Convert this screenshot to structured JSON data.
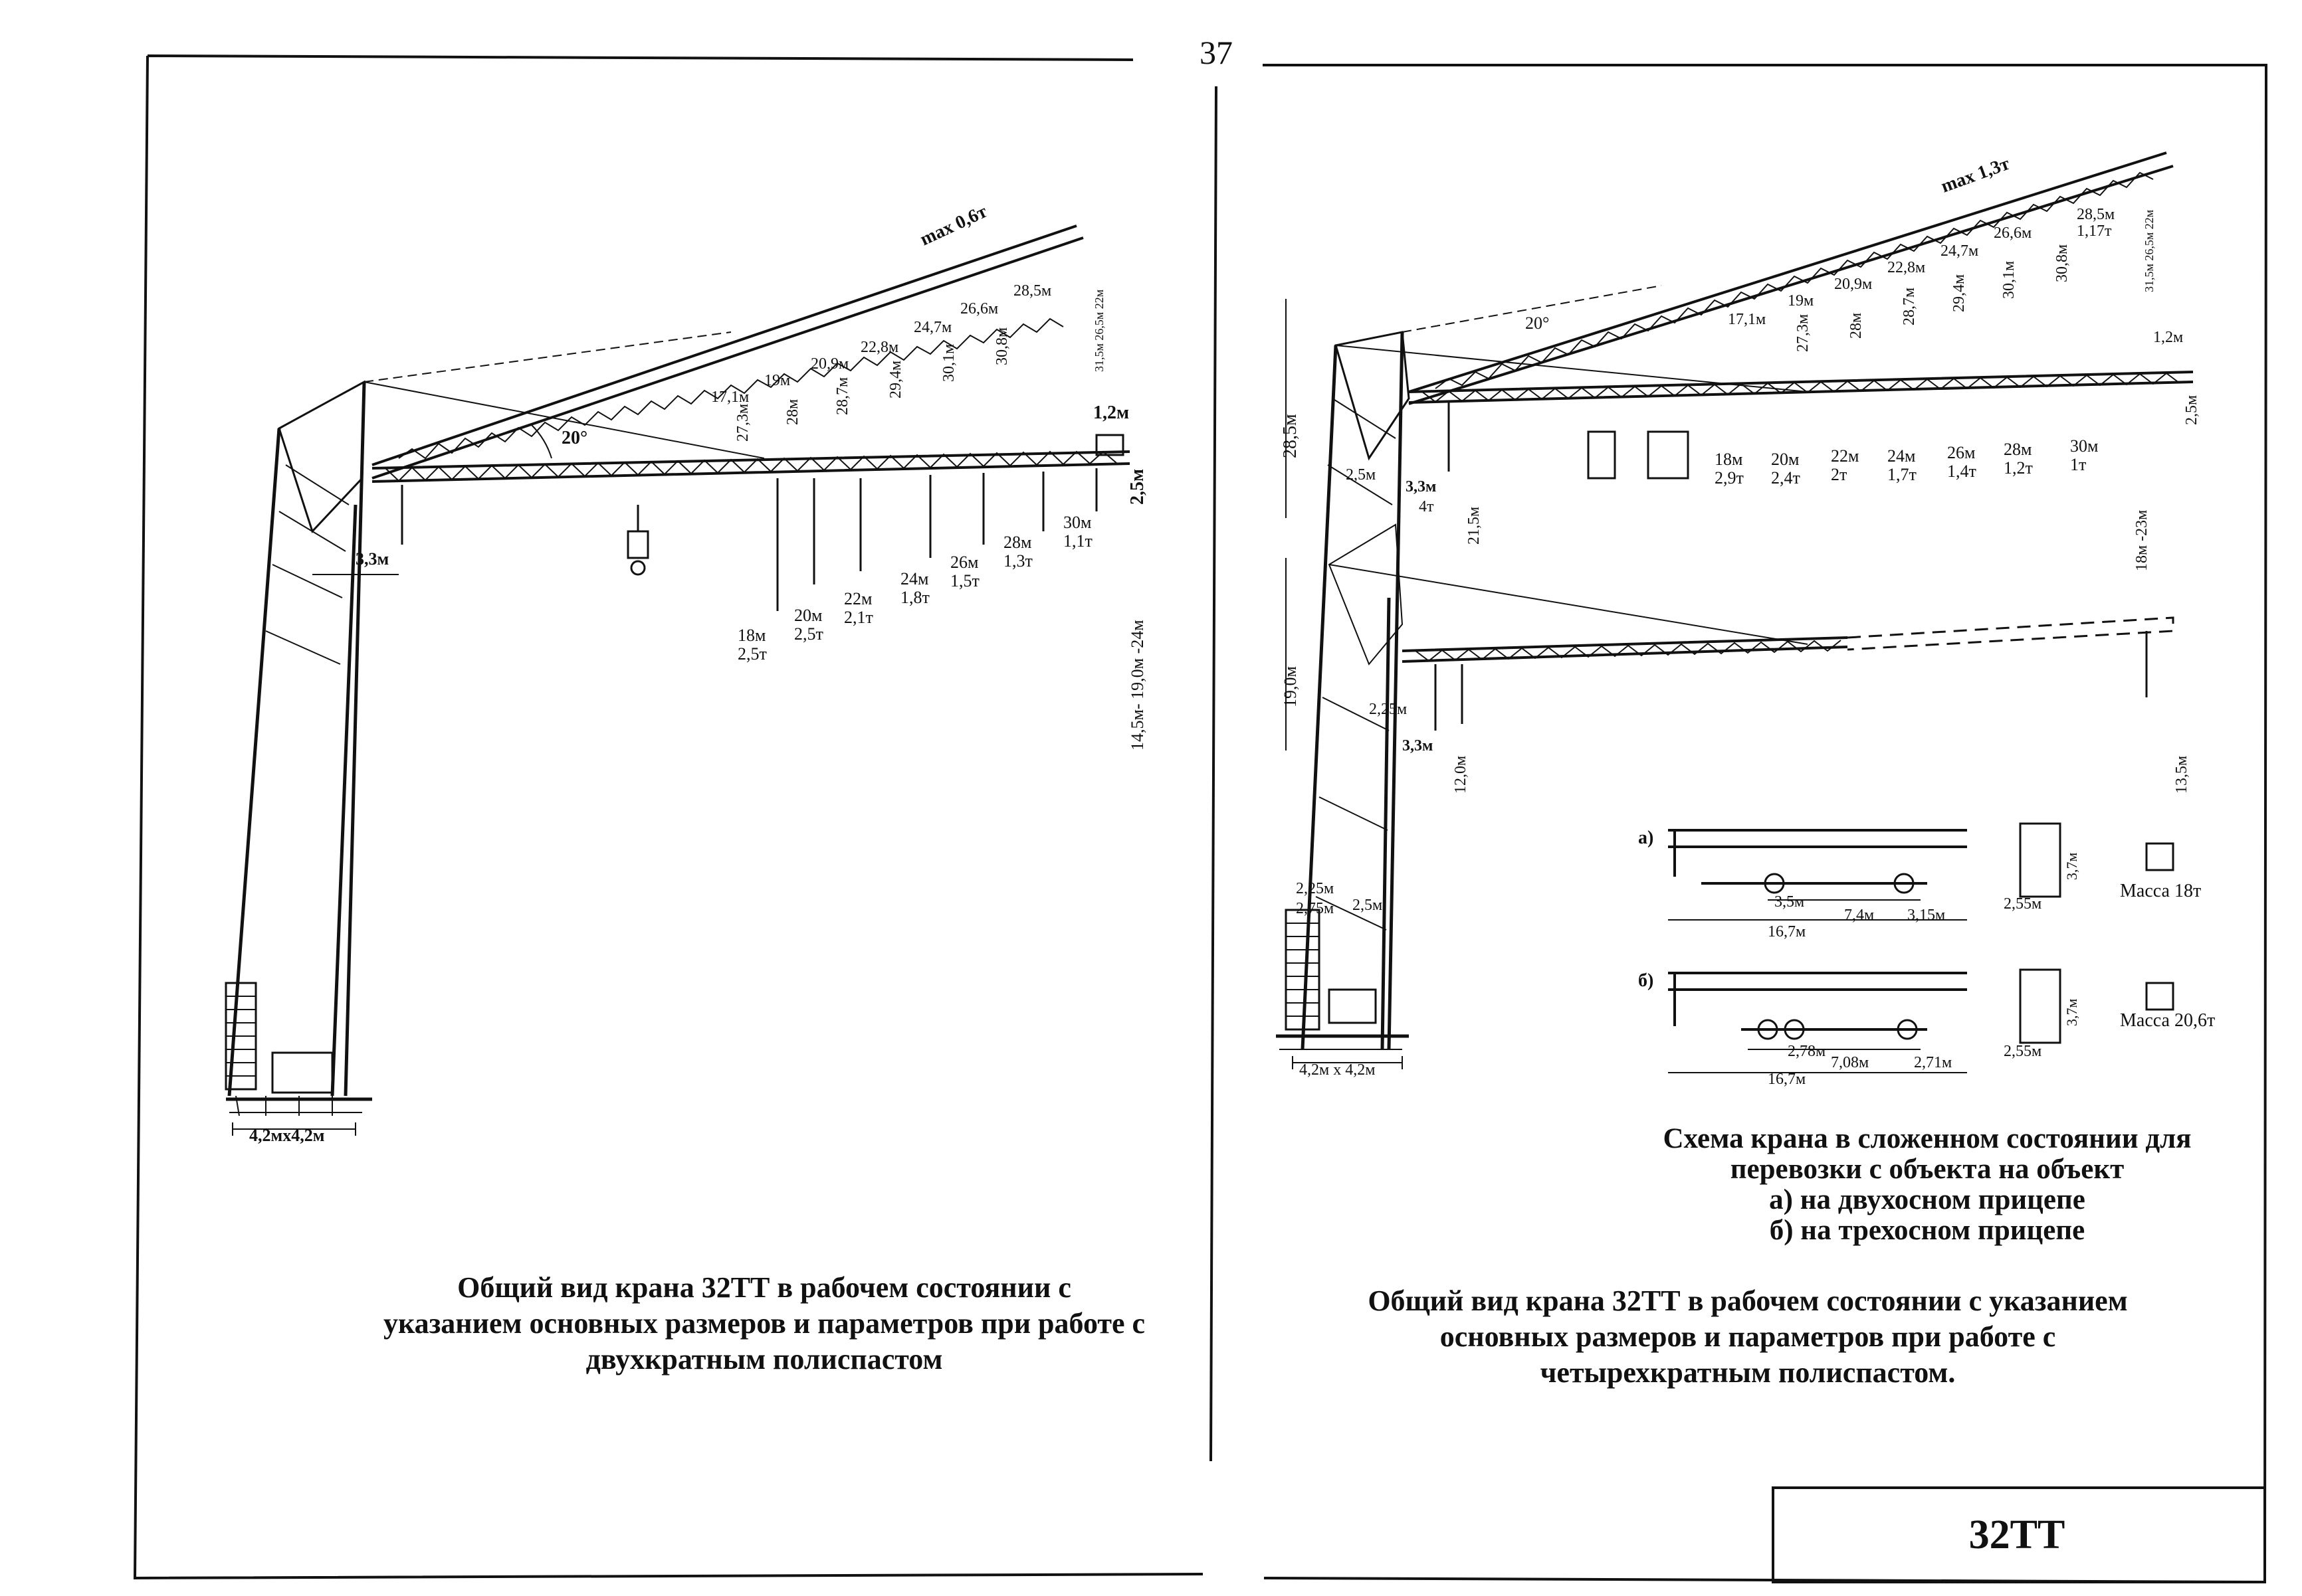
{
  "page_number": "37",
  "stamp_code": "32TT",
  "left_view": {
    "caption_lines": [
      "Общий вид крана 32ТТ в рабочем состоянии с",
      "указанием основных размеров и параметров при работе с",
      "двухкратным полиспастом"
    ],
    "angle": "20°",
    "max_load": "max 0,6т",
    "inclined_reach_labels": [
      "17,1м",
      "19м",
      "20,9м",
      "22,8м",
      "24,7м",
      "26,6м",
      "28,5м"
    ],
    "inclined_height_labels": [
      "27,3м",
      "28м",
      "28,7м",
      "29,4м",
      "30,1м",
      "30,8м"
    ],
    "inclined_right_heights": "31,5м 26,5м 22м",
    "horizontal_loads": [
      {
        "reach": "18м",
        "load": "2,5т"
      },
      {
        "reach": "20м",
        "load": "2,5т"
      },
      {
        "reach": "22м",
        "load": "2,1т"
      },
      {
        "reach": "24м",
        "load": "1,8т"
      },
      {
        "reach": "26м",
        "load": "1,5т"
      },
      {
        "reach": "28м",
        "load": "1,3т"
      },
      {
        "reach": "30м",
        "load": "1,1т"
      }
    ],
    "tip_width": "1,2м",
    "tip_height": "2,5м",
    "hook_height_range": "14,5м- 19,0м -24м",
    "counter_jib": "3,3м",
    "base": "4,2мх4,2м"
  },
  "right_view": {
    "caption_lines": [
      "Общий вид крана 32ТТ в рабочем состоянии с указанием",
      "основных размеров и параметров при работе с",
      "четырехкратным полиспастом."
    ],
    "angle": "20°",
    "max_load": "max 1,3т",
    "total_height": "28,5м",
    "inclined_reach_labels": [
      "17,1м",
      "19м",
      "20,9м",
      "22,8м",
      "24,7м",
      "26,6м",
      "28,5м"
    ],
    "inclined_load_label": "1,17т",
    "inclined_height_labels": [
      "27,3м",
      "28м",
      "28,7м",
      "29,4м",
      "30,1м",
      "30,8м"
    ],
    "inclined_right_heights": "31,5м 26,5м 22м",
    "horizontal_loads": [
      {
        "reach": "18м",
        "load": "2,9т"
      },
      {
        "reach": "20м",
        "load": "2,4т"
      },
      {
        "reach": "22м",
        "load": "2т"
      },
      {
        "reach": "24м",
        "load": "1,7т"
      },
      {
        "reach": "26м",
        "load": "1,4т"
      },
      {
        "reach": "28м",
        "load": "1,2т"
      },
      {
        "reach": "30м",
        "load": "1т"
      }
    ],
    "tip_width": "1,2м",
    "tip_height": "2,5м",
    "upper_counter": "2,5м",
    "upper_jib_offset": "3,3м",
    "upper_jib_load": "4т",
    "upper_hook_height": "21,5м",
    "hook_range": "18м -23м",
    "mid_height": "19,0м",
    "mid_counter": "2,25м",
    "mid_jib_offset": "3,3м",
    "mid_hook_height": "12,0м",
    "far_hook_height": "13,5м",
    "base_dims": [
      "2,25м",
      "2,75м",
      "2,5м"
    ],
    "base": "4,2м х 4,2м"
  },
  "transport": {
    "caption_lines": [
      "Схема крана в сложенном состоянии для",
      "перевозки с объекта на объект",
      "а) на двухосном прицепе",
      "б) на трехосном прицепе"
    ],
    "a": {
      "label": "а)",
      "dims": [
        "3,5м",
        "7,4м",
        "3,15м",
        "16,7м"
      ],
      "width": "2,55м",
      "height": "3,7м",
      "mass": "Масса 18т"
    },
    "b": {
      "label": "б)",
      "dims": [
        "2,78м",
        "7,08м",
        "2,71м",
        "16,7м"
      ],
      "width": "2,55м",
      "height": "3,7м",
      "mass": "Масса 20,6т"
    }
  }
}
